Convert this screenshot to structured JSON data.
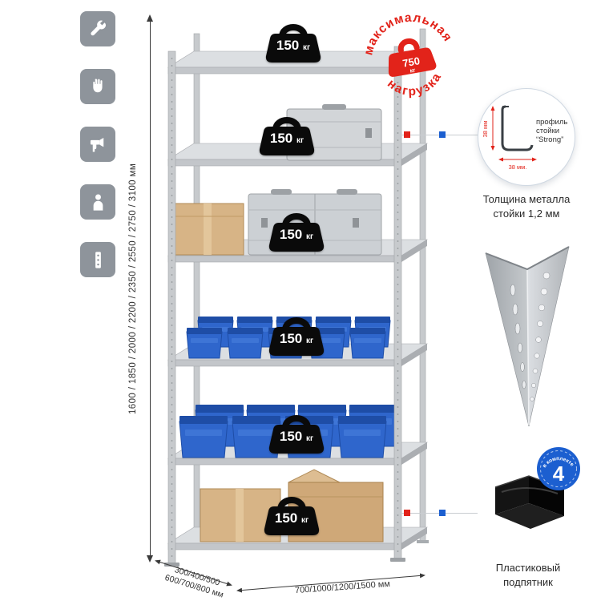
{
  "colors": {
    "accent_red": "#e2231a",
    "accent_blue": "#1c5fd0",
    "icon_gray": "#8e949b",
    "metal_light": "#d8dbde",
    "bin_blue": "#2f66cc"
  },
  "features": {
    "icons": [
      {
        "name": "wrench-icon"
      },
      {
        "name": "gloves-icon"
      },
      {
        "name": "drill-icon"
      },
      {
        "name": "person-icon"
      },
      {
        "name": "perforated-profile-icon"
      }
    ]
  },
  "height_dim": {
    "label": "1600 / 1850 / 2000 / 2200 / 2350 / 2550 / 2750 / 3100 мм"
  },
  "bottom_dims": {
    "depth_line1": "300/400/500",
    "depth_line2": "600/700/800 мм",
    "width": "700/1000/1200/1500 мм"
  },
  "shelf_load": {
    "value": "150",
    "unit": "кг"
  },
  "stamp": {
    "arc_top": "максимальная",
    "arc_bottom": "нагрузка",
    "value": "750",
    "unit": "кг"
  },
  "profile_detail": {
    "label_line1": "профиль",
    "label_line2": "стойки",
    "label_line3": "“Strong”",
    "dim_vertical": "38 мм",
    "dim_horizontal": "38 мм.",
    "caption_line1": "Толщина металла",
    "caption_line2": "стойки 1,2 мм"
  },
  "foot": {
    "badge_number": "4",
    "badge_text": "в комплекте",
    "caption_line1": "Пластиковый",
    "caption_line2": "подпятник"
  }
}
